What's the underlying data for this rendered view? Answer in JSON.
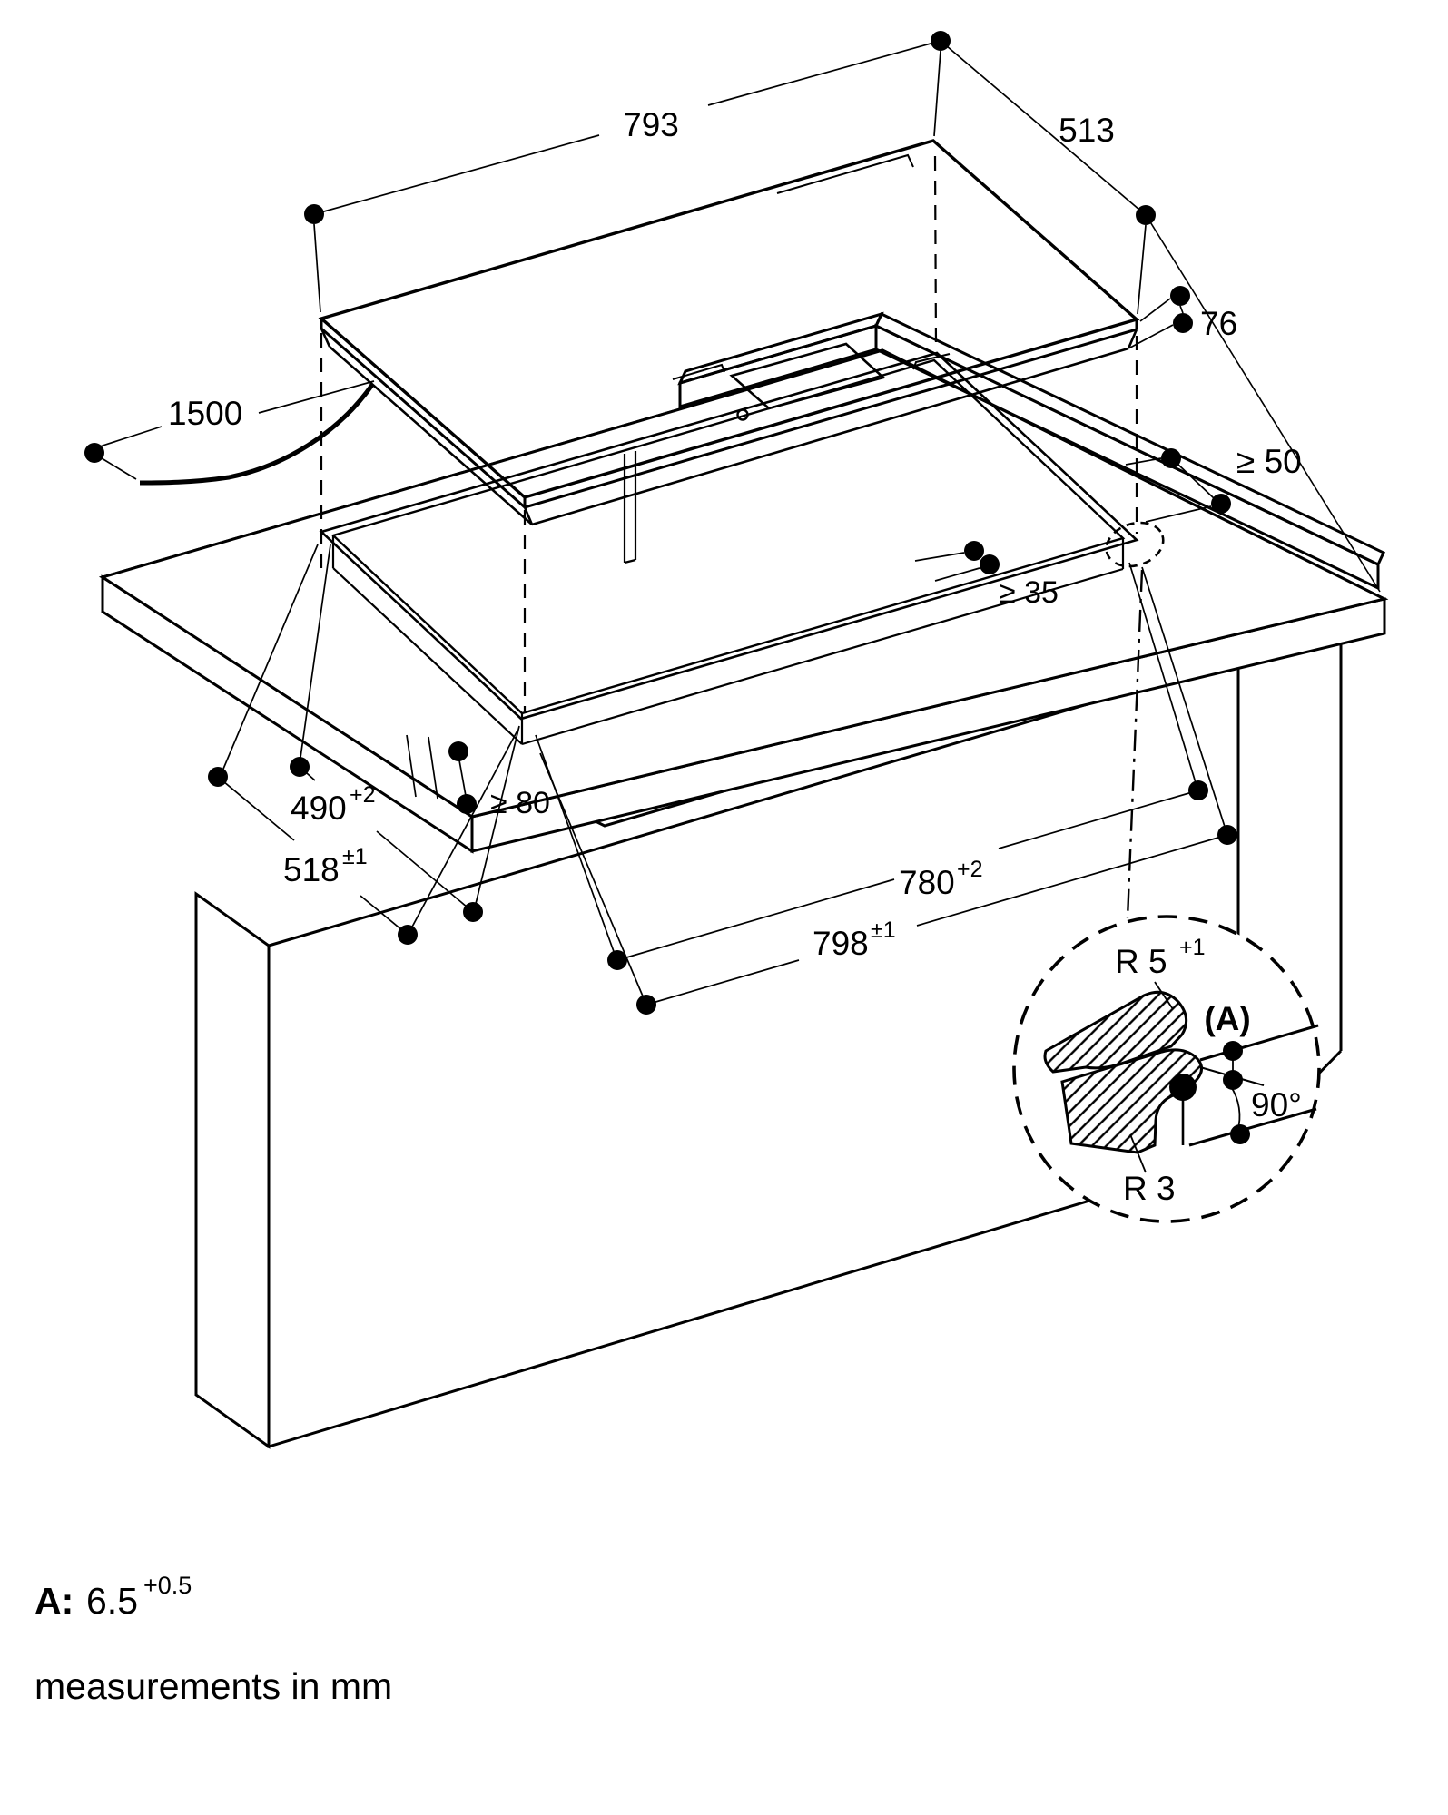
{
  "colors": {
    "ink": "#000000",
    "background": "#ffffff"
  },
  "dimensions": {
    "top_width": "793",
    "top_depth": "513",
    "height": "76",
    "cable": "1500",
    "rear_clearance": "≥ 50",
    "back_gap": "≥ 35",
    "bottom_clearance": "≥ 80",
    "cutout_depth": "490",
    "cutout_depth_tol": "+2",
    "rebate_depth": "518",
    "rebate_depth_tol": "±1",
    "cutout_width": "780",
    "cutout_width_tol": "+2",
    "rebate_width": "798",
    "rebate_width_tol": "±1"
  },
  "detail": {
    "radius_top": "R 5",
    "radius_top_tol": "+1",
    "ref": "(A)",
    "angle": "90°",
    "radius_bottom": "R 3"
  },
  "footer": {
    "note_label": "A:",
    "note_value": "6.5",
    "note_sup": "+0.5",
    "units": "measurements in mm"
  }
}
